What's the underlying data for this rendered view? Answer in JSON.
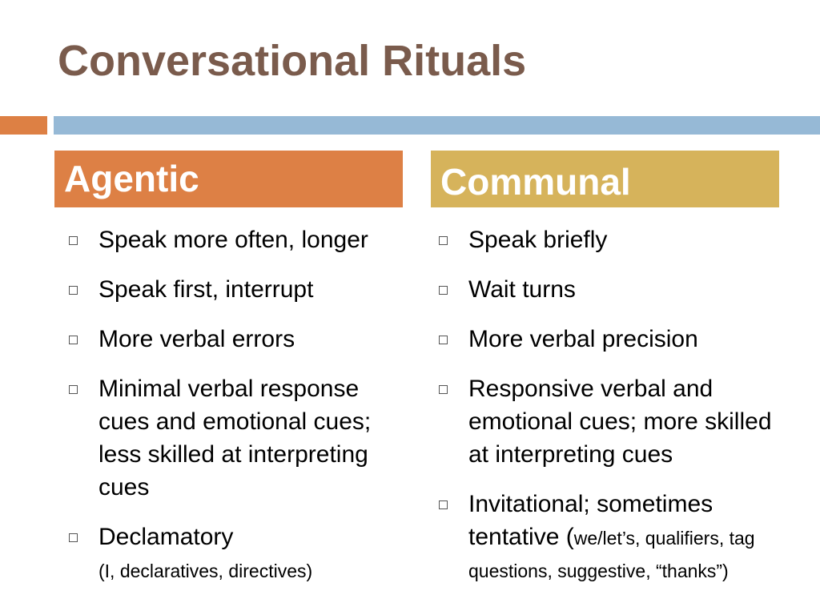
{
  "slide": {
    "title": "Conversational Rituals"
  },
  "colors": {
    "title": "#7a5b4c",
    "accent_orange": "#dd8044",
    "accent_blue": "#96b9d6",
    "agentic_header": "#dd8045",
    "communal_header": "#d6b35b"
  },
  "icons": {
    "bullet": "hollow-square-bullet-icon"
  },
  "columns": {
    "agentic": {
      "header": "Agentic",
      "items": [
        {
          "text": "Speak more often, longer"
        },
        {
          "text": "Speak first, interrupt"
        },
        {
          "text": "More verbal errors"
        },
        {
          "text": "Minimal verbal response cues and emotional cues; less skilled at interpreting cues"
        },
        {
          "text": "Declamatory",
          "sub": "(I, declaratives, directives)"
        }
      ]
    },
    "communal": {
      "header": "Communal",
      "items": [
        {
          "text": "Speak briefly"
        },
        {
          "text": "Wait turns"
        },
        {
          "text": "More verbal precision"
        },
        {
          "text": "Responsive verbal and emotional cues; more skilled at interpreting cues"
        },
        {
          "text": "Invitational; sometimes tentative (",
          "sub": "we/let’s, qualifiers, tag questions, suggestive, “thanks”)"
        }
      ]
    }
  }
}
